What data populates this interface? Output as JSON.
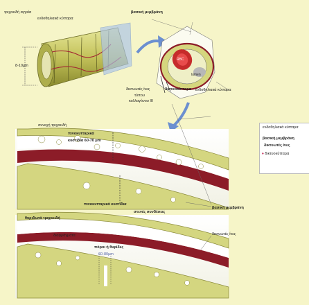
{
  "labels": {
    "capillary": "τριχοειδή αγγεία",
    "endothelial_top": "ενδοθηλιακά κύτταρα",
    "basement_top": "βασική μεμβράνη",
    "diameter": "8-10μm",
    "rbc": "RBC",
    "lumen": "lumen",
    "reticular_fibers": "δικτυωτές ίνες",
    "collagen": "τύπου",
    "collagen2": "κολλαγόνου III",
    "pericytes": "δικτυοκύτταρα",
    "endothelial_cells": "ενδοθηλιακά κύτταρα",
    "continuous": "συνεχή τριχοειδή",
    "pinocytotic": "πινοκυτταρικά",
    "vesicles": "κυστίδια 60-70 μm",
    "pinocytotic2": "πινοκυτταρικά κυστίδια",
    "tight_junctions": "στενές συνδέσεις",
    "basement_mid": "βασική μεμβράνη",
    "fenestrated": "θυριδωτά τριχοειδή",
    "diaphragm": "διαφράγματα",
    "pore": "πόροι ή θυρίδες",
    "pore_size": "60-80μm",
    "reticular_bottom": "δικτυωτές ίνες"
  },
  "legend": {
    "title": "ενδοθηλιακά κύτταρα",
    "line1": "βασική μεμβράνη",
    "line2": "δικτυωτές ίνες",
    "line3": "δικτυοκύτταρα"
  },
  "colors": {
    "background": "#f6f5c8",
    "cell": "#d4d680",
    "membrane": "#8c1c28",
    "arrow": "#6b8fd0",
    "tube": "#c9c864"
  }
}
